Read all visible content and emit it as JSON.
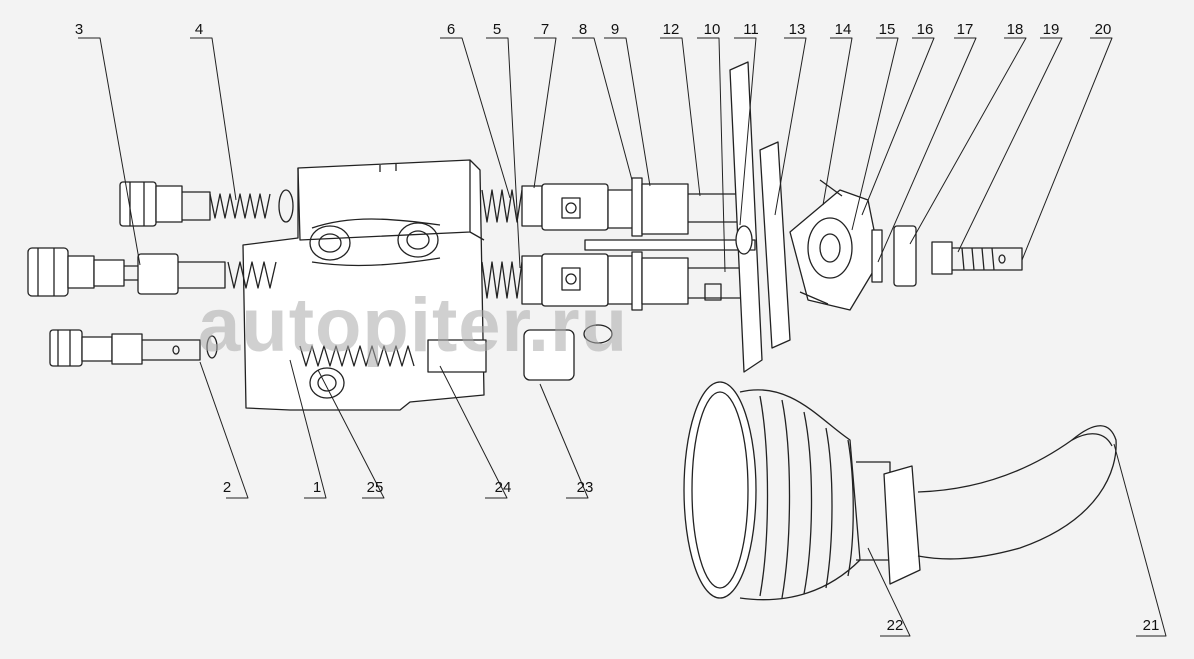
{
  "watermark": "autopiter.ru",
  "callouts": [
    {
      "id": "label-1",
      "text": "1"
    },
    {
      "id": "label-2",
      "text": "2"
    },
    {
      "id": "label-3",
      "text": "3"
    },
    {
      "id": "label-4",
      "text": "4"
    },
    {
      "id": "label-5",
      "text": "5"
    },
    {
      "id": "label-6",
      "text": "6"
    },
    {
      "id": "label-7",
      "text": "7"
    },
    {
      "id": "label-8",
      "text": "8"
    },
    {
      "id": "label-9",
      "text": "9"
    },
    {
      "id": "label-10",
      "text": "10"
    },
    {
      "id": "label-11",
      "text": "11"
    },
    {
      "id": "label-12",
      "text": "12"
    },
    {
      "id": "label-13",
      "text": "13"
    },
    {
      "id": "label-14",
      "text": "14"
    },
    {
      "id": "label-15",
      "text": "15"
    },
    {
      "id": "label-16",
      "text": "16"
    },
    {
      "id": "label-17",
      "text": "17"
    },
    {
      "id": "label-18",
      "text": "18"
    },
    {
      "id": "label-19",
      "text": "19"
    },
    {
      "id": "label-20",
      "text": "20"
    },
    {
      "id": "label-21",
      "text": "21"
    },
    {
      "id": "label-22",
      "text": "22"
    },
    {
      "id": "label-23",
      "text": "23"
    },
    {
      "id": "label-24",
      "text": "24"
    },
    {
      "id": "label-25",
      "text": "25"
    }
  ]
}
